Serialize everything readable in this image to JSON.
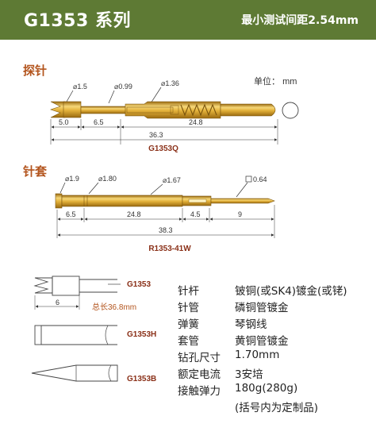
{
  "header": {
    "title": "G1353 系列",
    "subtitle": "最小测试间距2.54mm"
  },
  "probe": {
    "section_title": "探针",
    "unit_label": "单位：",
    "unit_value": "mm",
    "diameters": [
      "1.5",
      "0.99",
      "1.36"
    ],
    "lengths": [
      "5.0",
      "6.5",
      "36.3",
      "24.8"
    ],
    "model": "G1353Q"
  },
  "sleeve": {
    "section_title": "针套",
    "diameters": [
      "1.9",
      "1.80",
      "1.67"
    ],
    "square_dim": "0.64",
    "lengths": [
      "6.5",
      "24.8",
      "4.5",
      "9",
      "38.3"
    ],
    "model": "R1353-41W"
  },
  "tips": {
    "items": [
      {
        "label": "G1353"
      },
      {
        "label": "G1353H"
      },
      {
        "label": "G1353B"
      }
    ],
    "tip_length": "6",
    "total_length": "总长36.8mm"
  },
  "specs": [
    {
      "label": "针杆",
      "value": "铍铜(或SK4)镀金(或铑)"
    },
    {
      "label": "针管",
      "value": "磷铜管镀金"
    },
    {
      "label": "弹簧",
      "value": "琴钢线"
    },
    {
      "label": "套管",
      "value": "黄铜管镀金"
    },
    {
      "label": "钻孔尺寸",
      "value": "1.70mm"
    },
    {
      "label": "额定电流",
      "value": "3安培"
    },
    {
      "label": "接触弹力",
      "value": "180g(280g)"
    },
    {
      "label": "",
      "value": "(括号内为定制品)"
    }
  ],
  "colors": {
    "banner": "#5e7a34",
    "section": "#b3551e",
    "gold": "#d8a12a",
    "gold_light": "#f6d778",
    "gold_dark": "#9a6a10",
    "model_text": "#8a3018"
  }
}
